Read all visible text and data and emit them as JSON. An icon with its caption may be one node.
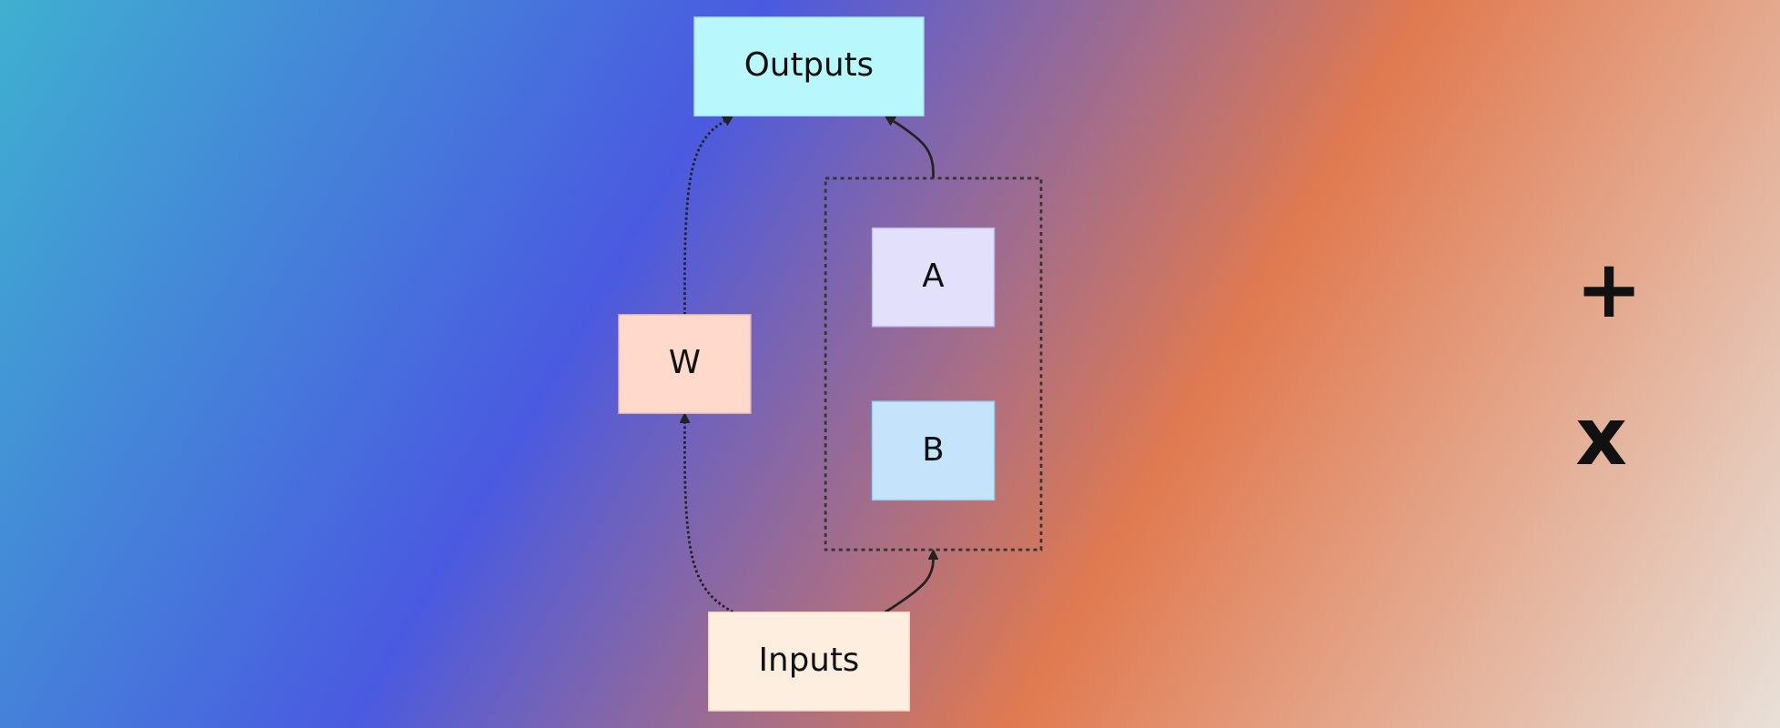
{
  "diagram": {
    "nodes": [
      {
        "text": [
          "Outputs"
        ]
      },
      {
        "text": [
          "W"
        ]
      },
      {
        "text": [],
        "shape": "box"
      },
      {
        "text": [
          "A"
        ],
        "in": 2
      },
      {
        "text": [
          "B"
        ],
        "in": 2
      },
      {
        "text": [
          "Inputs"
        ]
      }
    ],
    "edges": [
      {
        "from": 5,
        "to": 1,
        "arrow": "to",
        "style": "dashed"
      },
      {
        "from": 5,
        "to": 2,
        "arrow": "to"
      },
      {
        "from": 1,
        "to": 0,
        "arrow": "to",
        "style": "dashed"
      },
      {
        "from": 2,
        "to": 0,
        "arrow": "to"
      }
    ],
    "labels": [
      "+",
      "x"
    ]
  }
}
